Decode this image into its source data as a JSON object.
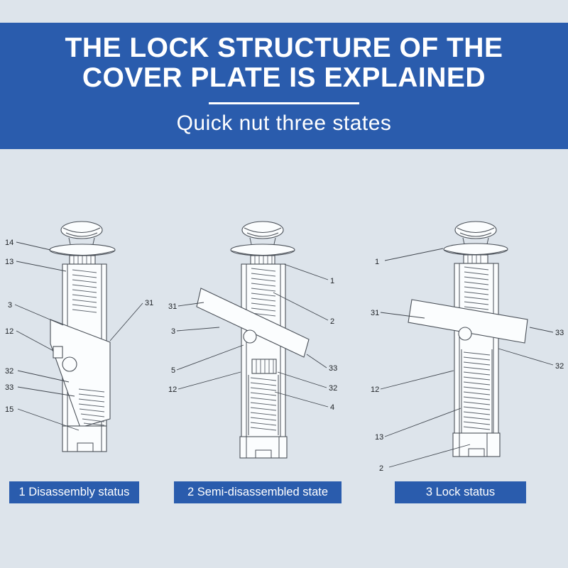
{
  "colors": {
    "banner_blue": "#2a5cad",
    "page_background": "#dde4eb",
    "drawing_line": "#4a5058",
    "text_white": "#ffffff"
  },
  "banner": {
    "title_line1": "THE LOCK STRUCTURE OF THE",
    "title_line2": "COVER PLATE IS EXPLAINED",
    "subtitle": "Quick nut three states"
  },
  "diagrams": [
    {
      "id": "1",
      "caption": "1 Disassembly status",
      "callouts": [
        "14",
        "13",
        "3",
        "12",
        "32",
        "33",
        "15",
        "31"
      ]
    },
    {
      "id": "2",
      "caption": "2 Semi-disassembled state",
      "callouts": [
        "31",
        "3",
        "5",
        "12",
        "1",
        "2",
        "33",
        "32",
        "4"
      ]
    },
    {
      "id": "3",
      "caption": "3 Lock status",
      "callouts": [
        "1",
        "31",
        "12",
        "13",
        "2",
        "33",
        "32"
      ]
    }
  ]
}
